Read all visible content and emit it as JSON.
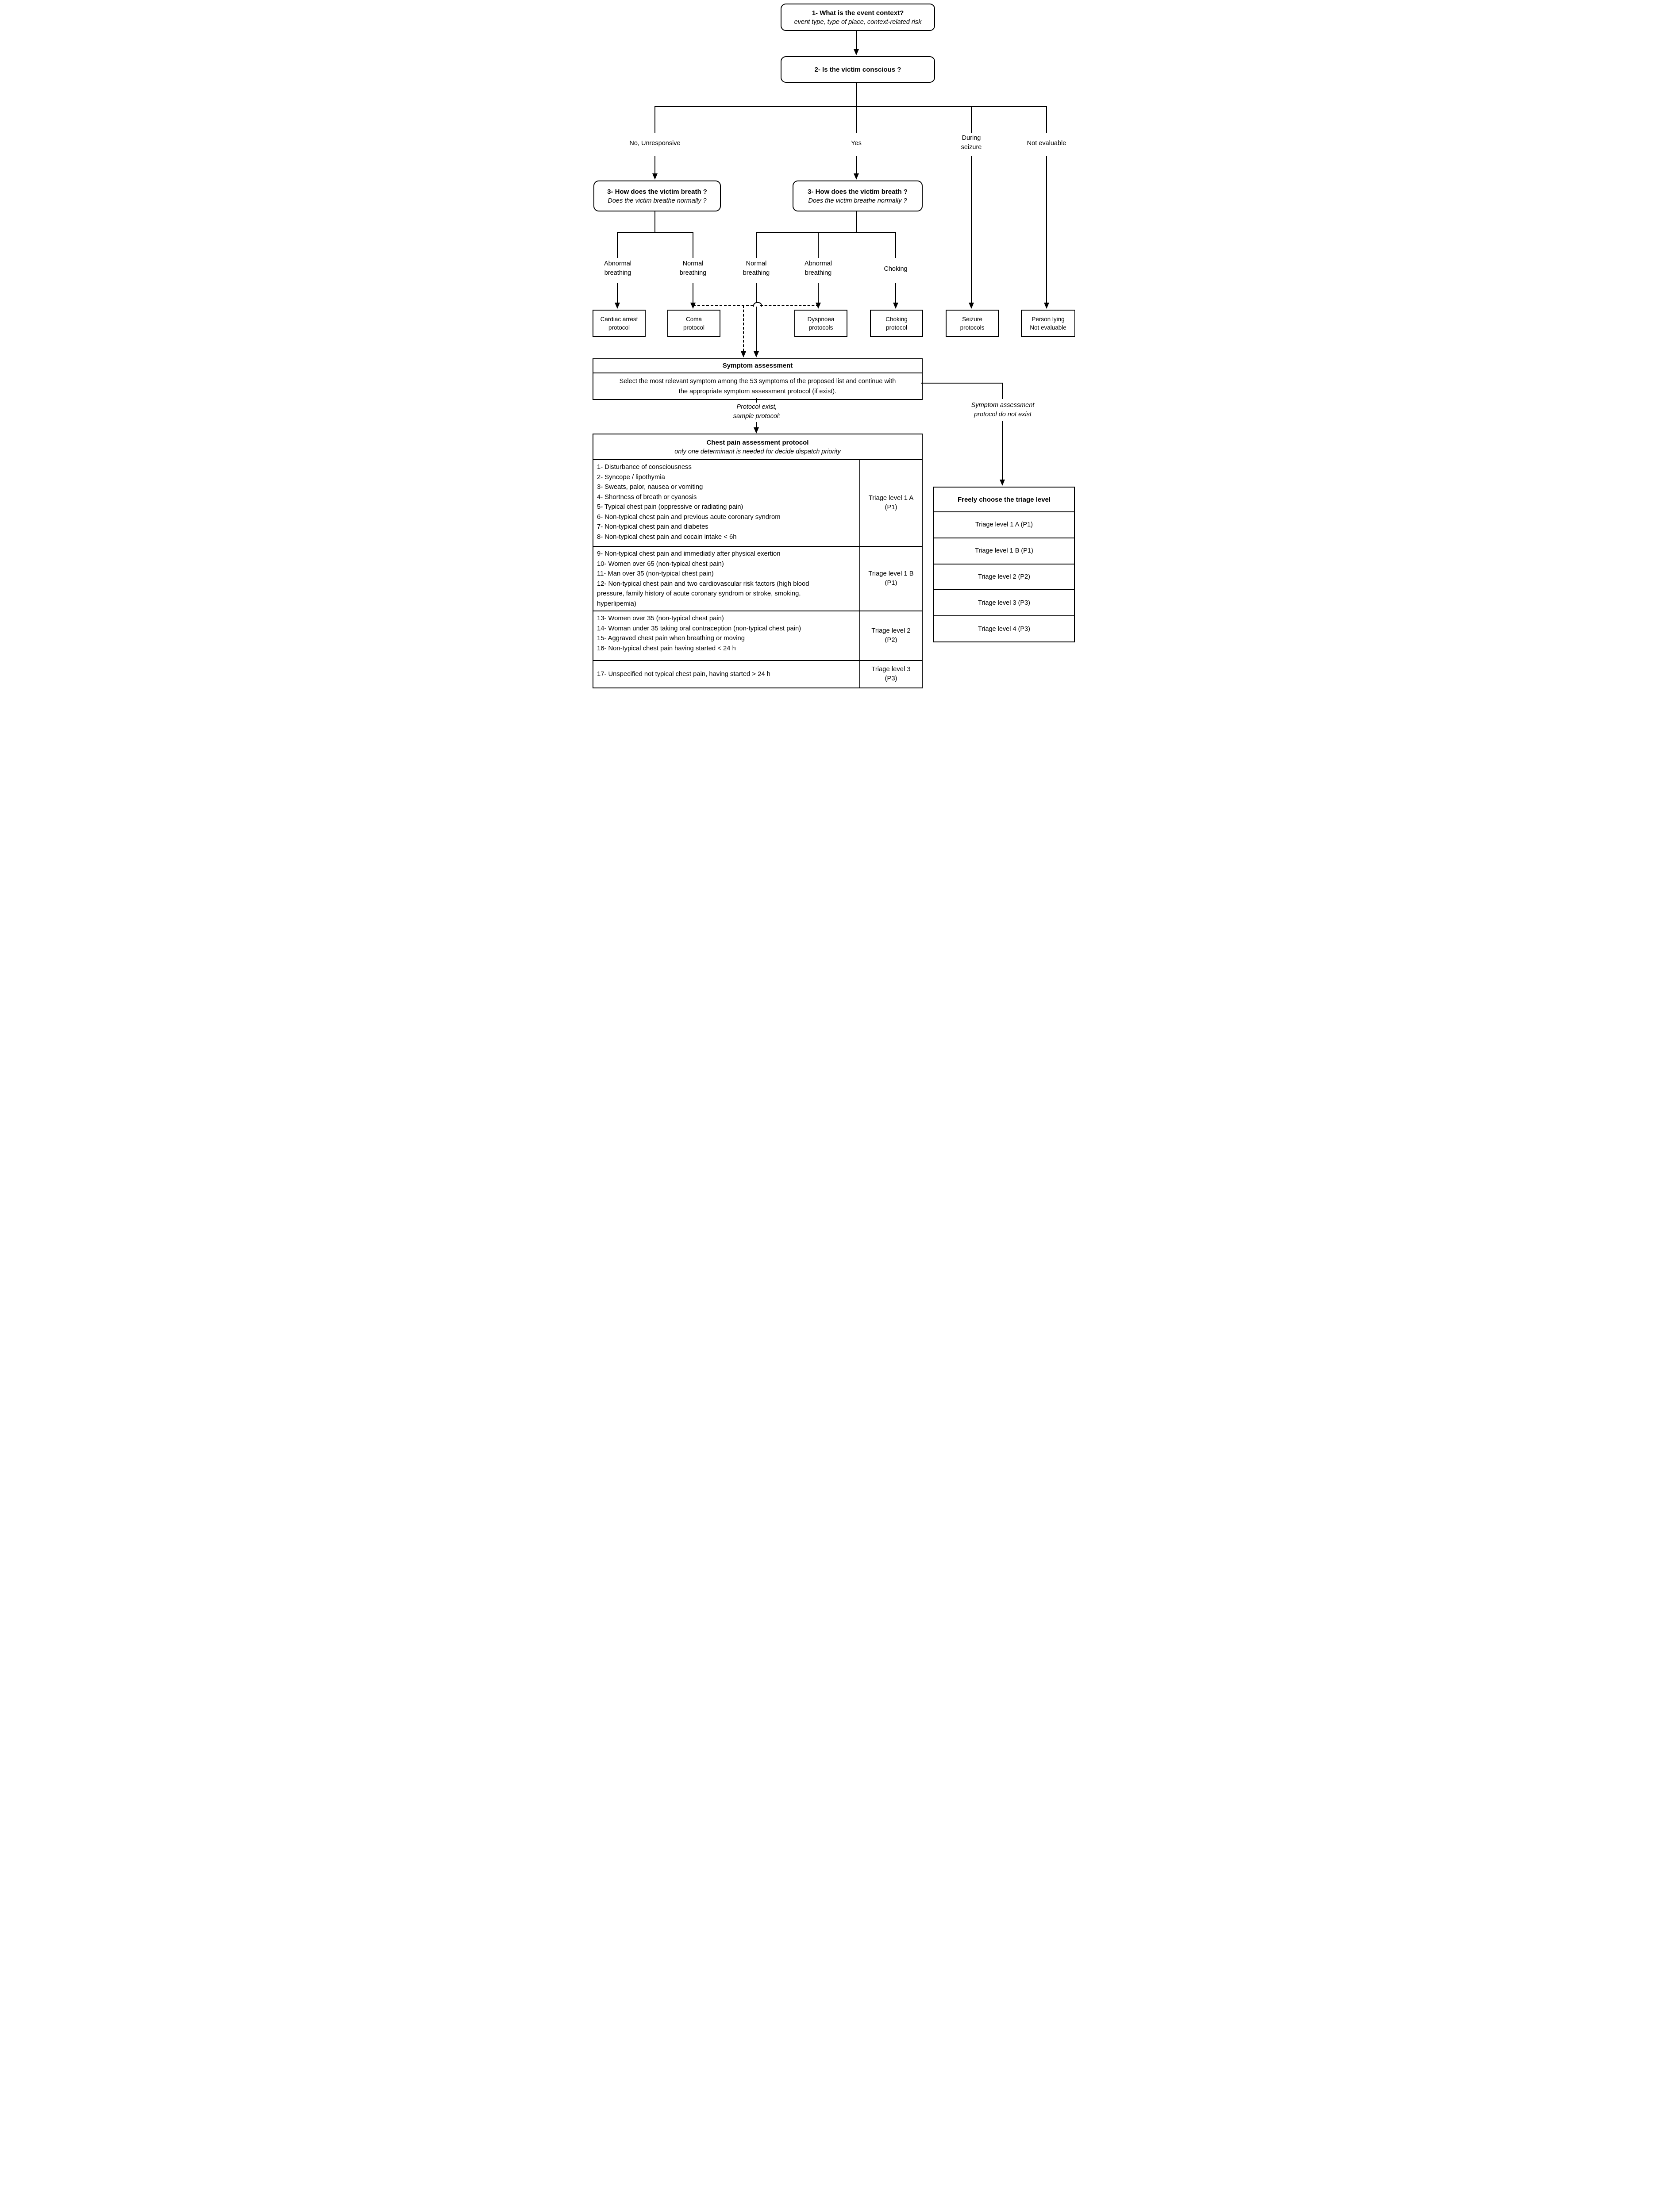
{
  "flow": {
    "q1_title": "1- What is the event context?",
    "q1_subtitle": "event type, type of place, context-related risk",
    "q2_title": "2- Is the victim conscious ?",
    "branch_no": "No, Unresponsive",
    "branch_yes": "Yes",
    "branch_seizure": "During\nseizure",
    "branch_not_evaluable": "Not evaluable",
    "q3_title": "3- How does the victim breath ?",
    "q3_subtitle": "Does the victim breathe normally ?",
    "breathing_labels": [
      "Abnormal\nbreathing",
      "Normal\nbreathing",
      "Normal\nbreathing",
      "Abnormal\nbreathing",
      "Choking"
    ],
    "protocol_boxes": [
      "Cardiac arrest\nprotocol",
      "Coma\nprotocol",
      "Dyspnoea\nprotocols",
      "Choking\nprotocol",
      "Seizure\nprotocols",
      "Person lying\nNot evaluable"
    ],
    "symptom_title": "Symptom assessment",
    "symptom_body": "Select the most relevant symptom among the 53 symptoms of the proposed list and continue with\nthe appropriate symptom assessment protocol (if exist).",
    "protocol_exist_label": "Protocol exist,\nsample protocol:",
    "protocol_not_exist_label": "Symptom assessment\nprotocol  do not exist"
  },
  "chest_table": {
    "title": "Chest pain assessment protocol",
    "subtitle": "only one determinant is needed for decide dispatch priority",
    "rows": [
      {
        "items": [
          "1- Disturbance of consciousness",
          "2- Syncope / lipothymia",
          "3- Sweats, palor, nausea or vomiting",
          "4- Shortness of breath or cyanosis",
          "5- Typical chest pain (oppressive or radiating pain)",
          "6- Non-typical chest pain and previous acute coronary syndrom",
          "7- Non-typical chest pain and diabetes",
          "8- Non-typical chest pain and cocain intake < 6h"
        ],
        "triage_label": "Triage level 1 A",
        "triage_priority": "(P1)"
      },
      {
        "items": [
          "9- Non-typical chest pain and immediatly after physical exertion",
          "10- Women  over 65 (non-typical chest pain)",
          "11- Man over 35  (non-typical chest pain)",
          "12- Non-typical chest pain and two cardiovascular risk factors (high blood\npressure, family history of acute coronary syndrom or stroke, smoking,\nhyperlipemia)"
        ],
        "triage_label": "Triage level 1 B",
        "triage_priority": "(P1)"
      },
      {
        "items": [
          "13- Women over 35 (non-typical chest pain)",
          "14- Woman under 35 taking oral contraception (non-typical chest pain)",
          "15- Aggraved chest pain when breathing or moving",
          "16- Non-typical chest pain having started < 24 h"
        ],
        "triage_label": "Triage level 2",
        "triage_priority": "(P2)"
      },
      {
        "items": [
          "17- Unspecified not typical chest pain, having started > 24 h"
        ],
        "triage_label": "Triage level 3",
        "triage_priority": "(P3)"
      }
    ]
  },
  "free_choice": {
    "title": "Freely choose the triage level",
    "options": [
      "Triage level 1 A (P1)",
      "Triage level 1 B (P1)",
      "Triage level 2 (P2)",
      "Triage level 3 (P3)",
      "Triage level 4 (P3)"
    ]
  },
  "colors": {
    "ink": "#000000",
    "background": "#ffffff"
  }
}
